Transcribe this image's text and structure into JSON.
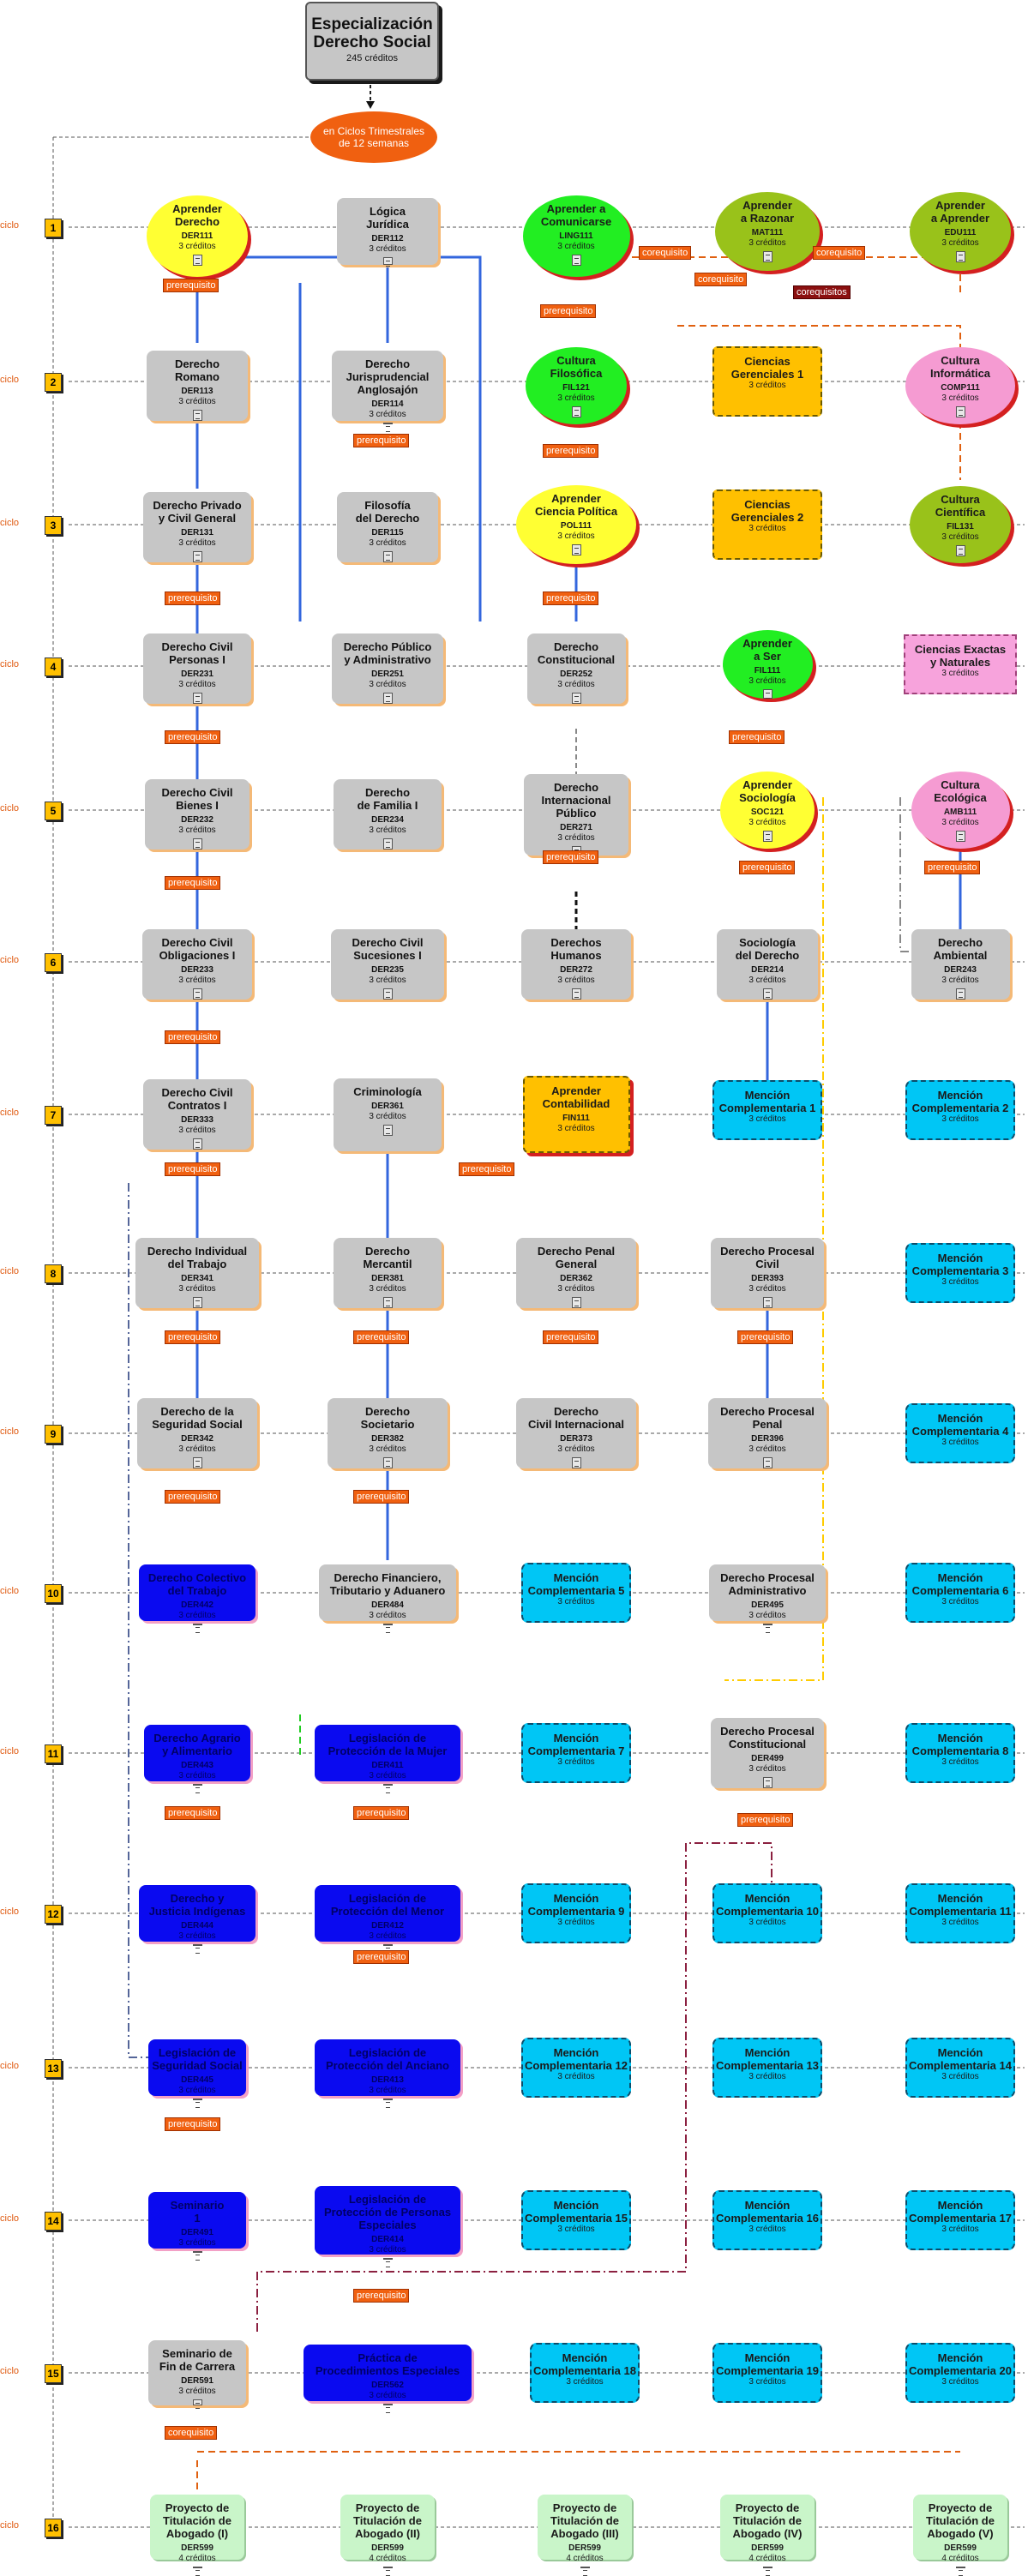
{
  "title": {
    "name_line1": "Especialización",
    "name_line2": "Derecho Social",
    "credits": "245 créditos"
  },
  "cycles_note": {
    "line1": "en Ciclos Trimestrales",
    "line2": "de 12 semanas"
  },
  "cycle_label": "ciclo",
  "cycles": [
    "1",
    "2",
    "3",
    "4",
    "5",
    "6",
    "7",
    "8",
    "9",
    "10",
    "11",
    "12",
    "13",
    "14",
    "15",
    "16"
  ],
  "labels": {
    "prerequisito": "prerequisito",
    "corequisito": "corequisito",
    "corequisitos": "corequisitos"
  },
  "courses": [
    {
      "n1": "Aprender",
      "n2": "Derecho",
      "code": "DER111",
      "cr": "3 créditos"
    },
    {
      "n1": "Lógica",
      "n2": "Jurídica",
      "code": "DER112",
      "cr": "3 créditos"
    },
    {
      "n1": "Aprender a",
      "n2": "Comunicarse",
      "code": "LING111",
      "cr": "3 créditos"
    },
    {
      "n1": "Aprender",
      "n2": "a Razonar",
      "code": "MAT111",
      "cr": "3 créditos"
    },
    {
      "n1": "Aprender",
      "n2": "a Aprender",
      "code": "EDU111",
      "cr": "3 créditos"
    },
    {
      "n1": "Derecho",
      "n2": "Romano",
      "code": "DER113",
      "cr": "3 créditos"
    },
    {
      "n1": "Derecho",
      "n2": "Jurisprudencial Anglosajón",
      "code": "DER114",
      "cr": "3 créditos"
    },
    {
      "n1": "Cultura",
      "n2": "Filosófica",
      "code": "FIL121",
      "cr": "3 créditos"
    },
    {
      "n1": "Ciencias",
      "n2": "Gerenciales 1",
      "code": "",
      "cr": "3 créditos"
    },
    {
      "n1": "Cultura",
      "n2": "Informática",
      "code": "COMP111",
      "cr": "3 créditos"
    },
    {
      "n1": "Derecho Privado",
      "n2": "y Civil General",
      "code": "DER131",
      "cr": "3 créditos"
    },
    {
      "n1": "Filosofía",
      "n2": "del Derecho",
      "code": "DER115",
      "cr": "3 créditos"
    },
    {
      "n1": "Aprender",
      "n2": "Ciencia Política",
      "code": "POL111",
      "cr": "3 créditos"
    },
    {
      "n1": "Ciencias",
      "n2": "Gerenciales 2",
      "code": "",
      "cr": "3 créditos"
    },
    {
      "n1": "Cultura",
      "n2": "Científica",
      "code": "FIL131",
      "cr": "3 créditos"
    },
    {
      "n1": "Derecho Civil",
      "n2": "Personas I",
      "code": "DER231",
      "cr": "3 créditos"
    },
    {
      "n1": "Derecho Público",
      "n2": "y Administrativo",
      "code": "DER251",
      "cr": "3 créditos"
    },
    {
      "n1": "Derecho",
      "n2": "Constitucional",
      "code": "DER252",
      "cr": "3 créditos"
    },
    {
      "n1": "Aprender",
      "n2": "a Ser",
      "code": "FIL111",
      "cr": "3 créditos"
    },
    {
      "n1": "Ciencias  Exactas",
      "n2": "y Naturales",
      "code": "",
      "cr": "3 créditos"
    },
    {
      "n1": "Derecho Civil",
      "n2": "Bienes I",
      "code": "DER232",
      "cr": "3 créditos"
    },
    {
      "n1": "Derecho",
      "n2": "de Familia I",
      "code": "DER234",
      "cr": "3 créditos"
    },
    {
      "n1": "Derecho",
      "n2": "Internacional Público",
      "code": "DER271",
      "cr": "3 créditos"
    },
    {
      "n1": "Aprender",
      "n2": "Sociología",
      "code": "SOC121",
      "cr": "3 créditos"
    },
    {
      "n1": "Cultura",
      "n2": "Ecológica",
      "code": "AMB111",
      "cr": "3 créditos"
    },
    {
      "n1": "Derecho Civil",
      "n2": "Obligaciones I",
      "code": "DER233",
      "cr": "3 créditos"
    },
    {
      "n1": "Derecho Civil",
      "n2": "Sucesiones I",
      "code": "DER235",
      "cr": "3 créditos"
    },
    {
      "n1": "Derechos",
      "n2": "Humanos",
      "code": "DER272",
      "cr": "3 créditos"
    },
    {
      "n1": "Sociología",
      "n2": "del Derecho",
      "code": "DER214",
      "cr": "3 créditos"
    },
    {
      "n1": "Derecho",
      "n2": "Ambiental",
      "code": "DER243",
      "cr": "3 créditos"
    },
    {
      "n1": "Derecho Civil",
      "n2": "Contratos I",
      "code": "DER333",
      "cr": "3 créditos"
    },
    {
      "n1": "Criminología",
      "n2": "",
      "code": "DER361",
      "cr": "3 créditos"
    },
    {
      "n1": "Aprender",
      "n2": "Contabilidad",
      "code": "FIN111",
      "cr": "3 créditos"
    },
    {
      "n1": "Mención",
      "n2": "Complementaria 1",
      "code": "",
      "cr": "3 créditos"
    },
    {
      "n1": "Mención",
      "n2": "Complementaria 2",
      "code": "",
      "cr": "3 créditos"
    },
    {
      "n1": "Derecho Individual",
      "n2": "del Trabajo",
      "code": "DER341",
      "cr": "3 créditos"
    },
    {
      "n1": "Derecho",
      "n2": "Mercantil",
      "code": "DER381",
      "cr": "3 créditos"
    },
    {
      "n1": "Derecho Penal",
      "n2": "General",
      "code": "DER362",
      "cr": "3 créditos"
    },
    {
      "n1": "Derecho Procesal",
      "n2": "Civil",
      "code": "DER393",
      "cr": "3 créditos"
    },
    {
      "n1": "Mención",
      "n2": "Complementaria 3",
      "code": "",
      "cr": "3 créditos"
    },
    {
      "n1": "Derecho de la",
      "n2": "Seguridad Social",
      "code": "DER342",
      "cr": "3 créditos"
    },
    {
      "n1": "Derecho",
      "n2": "Societario",
      "code": "DER382",
      "cr": "3 créditos"
    },
    {
      "n1": "Derecho",
      "n2": "Civil Internacional",
      "code": "DER373",
      "cr": "3 créditos"
    },
    {
      "n1": "Derecho Procesal",
      "n2": "Penal",
      "code": "DER396",
      "cr": "3 créditos"
    },
    {
      "n1": "Mención",
      "n2": "Complementaria 4",
      "code": "",
      "cr": "3 créditos"
    },
    {
      "n1": "Derecho Colectivo",
      "n2": "del Trabajo",
      "code": "DER442",
      "cr": "3 créditos"
    },
    {
      "n1": "Derecho Financiero,",
      "n2": "Tributario y Aduanero",
      "code": "DER484",
      "cr": "3 créditos"
    },
    {
      "n1": "Mención",
      "n2": "Complementaria 5",
      "code": "",
      "cr": "3 créditos"
    },
    {
      "n1": "Derecho Procesal",
      "n2": "Administrativo",
      "code": "DER495",
      "cr": "3 créditos"
    },
    {
      "n1": "Mención",
      "n2": "Complementaria 6",
      "code": "",
      "cr": "3 créditos"
    },
    {
      "n1": "Derecho Agrario",
      "n2": "y Alimentario",
      "code": "DER443",
      "cr": "3 créditos"
    },
    {
      "n1": "Legislación de",
      "n2": "Protección de la Mujer",
      "code": "DER411",
      "cr": "3 créditos"
    },
    {
      "n1": "Mención",
      "n2": "Complementaria 7",
      "code": "",
      "cr": "3 créditos"
    },
    {
      "n1": "Derecho Procesal",
      "n2": "Constitucional",
      "code": "DER499",
      "cr": "3 créditos"
    },
    {
      "n1": "Mención",
      "n2": "Complementaria 8",
      "code": "",
      "cr": "3 créditos"
    },
    {
      "n1": "Derecho y",
      "n2": "Justicia Indígenas",
      "code": "DER444",
      "cr": "3 créditos"
    },
    {
      "n1": "Legislación de",
      "n2": "Protección del Menor",
      "code": "DER412",
      "cr": "3 créditos"
    },
    {
      "n1": "Mención",
      "n2": "Complementaria 9",
      "code": "",
      "cr": "3 créditos"
    },
    {
      "n1": "Mención",
      "n2": "Complementaria 10",
      "code": "",
      "cr": "3 créditos"
    },
    {
      "n1": "Mención",
      "n2": "Complementaria 11",
      "code": "",
      "cr": "3 créditos"
    },
    {
      "n1": "Legislación de",
      "n2": "Seguridad Social",
      "code": "DER445",
      "cr": "3 créditos"
    },
    {
      "n1": "Legislación de",
      "n2": "Protección del Anciano",
      "code": "DER413",
      "cr": "3 créditos"
    },
    {
      "n1": "Mención",
      "n2": "Complementaria 12",
      "code": "",
      "cr": "3 créditos"
    },
    {
      "n1": "Mención",
      "n2": "Complementaria 13",
      "code": "",
      "cr": "3 créditos"
    },
    {
      "n1": "Mención",
      "n2": "Complementaria 14",
      "code": "",
      "cr": "3 créditos"
    },
    {
      "n1": "Seminario",
      "n2": "1",
      "code": "DER491",
      "cr": "3 créditos"
    },
    {
      "n1": "Legislación de",
      "n2": "Protección de Personas Especiales",
      "code": "DER414",
      "cr": "3 créditos"
    },
    {
      "n1": "Mención",
      "n2": "Complementaria 15",
      "code": "",
      "cr": "3 créditos"
    },
    {
      "n1": "Mención",
      "n2": "Complementaria 16",
      "code": "",
      "cr": "3 créditos"
    },
    {
      "n1": "Mención",
      "n2": "Complementaria 17",
      "code": "",
      "cr": "3 créditos"
    },
    {
      "n1": "Seminario de",
      "n2": "Fin de Carrera",
      "code": "DER591",
      "cr": "3 créditos"
    },
    {
      "n1": "Práctica de",
      "n2": "Procedimientos Especiales",
      "code": "DER562",
      "cr": "3 créditos"
    },
    {
      "n1": "Mención",
      "n2": "Complementaria 18",
      "code": "",
      "cr": "3 créditos"
    },
    {
      "n1": "Mención",
      "n2": "Complementaria 19",
      "code": "",
      "cr": "3 créditos"
    },
    {
      "n1": "Mención",
      "n2": "Complementaria 20",
      "code": "",
      "cr": "3 créditos"
    },
    {
      "n1": "Proyecto de",
      "n2": "Titulación de Abogado (I)",
      "code": "DER599",
      "cr": "4 créditos"
    },
    {
      "n1": "Proyecto de",
      "n2": "Titulación de Abogado (II)",
      "code": "DER599",
      "cr": "4 créditos"
    },
    {
      "n1": "Proyecto de",
      "n2": "Titulación de Abogado (III)",
      "code": "DER599",
      "cr": "4 créditos"
    },
    {
      "n1": "Proyecto de",
      "n2": "Titulación de Abogado (IV)",
      "code": "DER599",
      "cr": "4 créditos"
    },
    {
      "n1": "Proyecto de",
      "n2": "Titulación de Abogado (V)",
      "code": "DER599",
      "cr": "4 créditos"
    }
  ]
}
